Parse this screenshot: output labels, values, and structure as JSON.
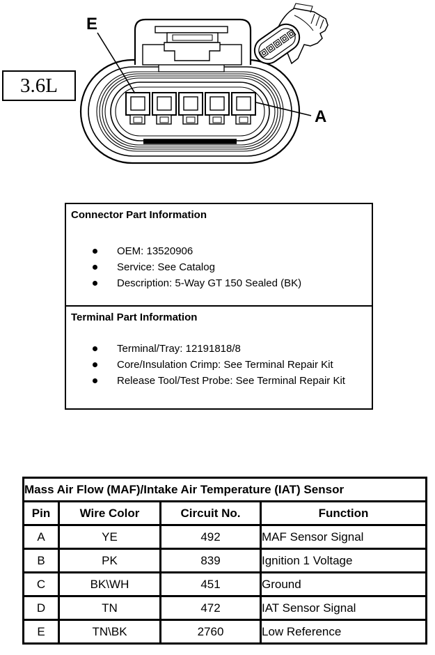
{
  "engine_label": "3.6L",
  "diagram": {
    "pin_label_first": "E",
    "pin_label_last": "A"
  },
  "connector_info": {
    "title": "Connector Part Information",
    "items": [
      "OEM: 13520906",
      "Service: See Catalog",
      "Description: 5-Way GT 150 Sealed (BK)"
    ]
  },
  "terminal_info": {
    "title": "Terminal Part Information",
    "items": [
      "Terminal/Tray: 12191818/8",
      "Core/Insulation Crimp: See Terminal Repair Kit",
      "Release Tool/Test Probe: See Terminal Repair Kit"
    ]
  },
  "pinout_table": {
    "title": "Mass Air Flow (MAF)/Intake Air Temperature (IAT) Sensor",
    "columns": [
      "Pin",
      "Wire Color",
      "Circuit No.",
      "Function"
    ],
    "rows": [
      {
        "pin": "A",
        "wire_color": "YE",
        "circuit": "492",
        "function": "MAF Sensor Signal"
      },
      {
        "pin": "B",
        "wire_color": "PK",
        "circuit": "839",
        "function": "Ignition 1 Voltage"
      },
      {
        "pin": "C",
        "wire_color": "BK\\WH",
        "circuit": "451",
        "function": "Ground"
      },
      {
        "pin": "D",
        "wire_color": "TN",
        "circuit": "472",
        "function": "IAT Sensor Signal"
      },
      {
        "pin": "E",
        "wire_color": "TN\\BK",
        "circuit": "2760",
        "function": "Low Reference"
      }
    ]
  },
  "colors": {
    "ink": "#000000",
    "background": "#ffffff"
  }
}
